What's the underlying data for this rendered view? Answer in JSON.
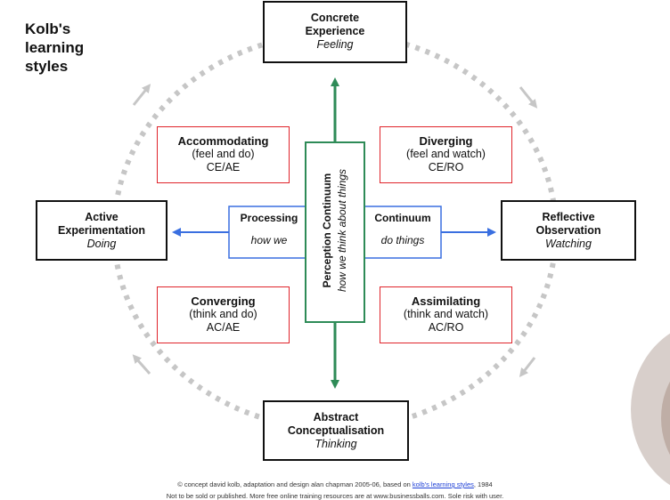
{
  "title": {
    "line1": "Kolb's",
    "line2": "learning",
    "line3": "styles"
  },
  "stages": {
    "concrete": {
      "line1": "Concrete",
      "line2": "Experience",
      "mode": "Feeling"
    },
    "reflective": {
      "line1": "Reflective",
      "line2": "Observation",
      "mode": "Watching"
    },
    "abstract": {
      "line1": "Abstract",
      "line2": "Conceptualisation",
      "mode": "Thinking"
    },
    "active": {
      "line1": "Active",
      "line2": "Experimentation",
      "mode": "Doing"
    }
  },
  "styles": {
    "accommodating": {
      "name": "Accommodating",
      "desc": "(feel and do)",
      "code": "CE/AE"
    },
    "diverging": {
      "name": "Diverging",
      "desc": "(feel and watch)",
      "code": "CE/RO"
    },
    "converging": {
      "name": "Converging",
      "desc": "(think and do)",
      "code": "AC/AE"
    },
    "assimilating": {
      "name": "Assimilating",
      "desc": "(think and watch)",
      "code": "AC/RO"
    }
  },
  "processing": {
    "left_title": "Processing",
    "right_title": "Continuum",
    "left_sub": "how we",
    "right_sub": "do things"
  },
  "perception": {
    "title": "Perception Continuum",
    "sub": "how we think about things"
  },
  "footer": {
    "line1_pre": "© concept david kolb, adaptation and design alan chapman 2005-06, based on ",
    "line1_link": "kolb's learning styles",
    "line1_post": ", 1984",
    "line2": "Not to be sold or published. More free online training resources are at www.businessballs.com. Sole risk with user."
  },
  "colors": {
    "green": "#2e8b57",
    "blue": "#3a6fe0",
    "red": "#e0242b",
    "dashes": "#c6c6c6"
  }
}
